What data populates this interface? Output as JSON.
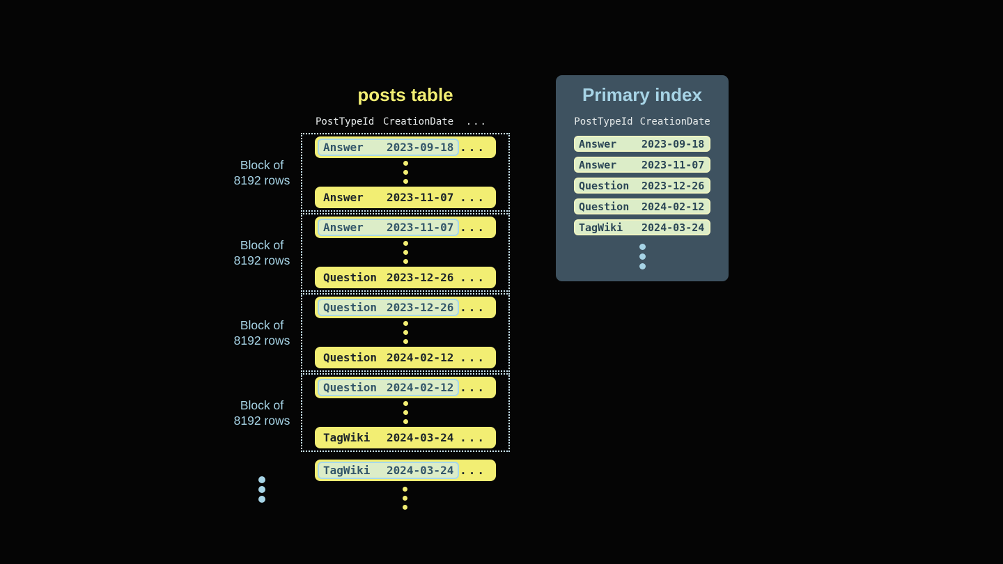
{
  "colors": {
    "background": "#050505",
    "accent_yellow": "#f2ee73",
    "accent_blue": "#a7d4e6",
    "mint": "#dcedc8",
    "highlight_border": "#a6d8ea",
    "index_row_border": "#eff4c3",
    "panel_background": "#3e5260",
    "dark_text": "#1d252a",
    "slate_text": "#33566a",
    "index_text": "#2b4656",
    "header_text": "#e6eaea",
    "dotted_border": "#cbe7f3"
  },
  "posts_table": {
    "title": "posts table",
    "headers": {
      "col1": "PostTypeId",
      "col2": "CreationDate",
      "col3": "..."
    },
    "block_label": {
      "line1": "Block of",
      "line2": "8192 rows"
    },
    "row_ellipsis": "...",
    "blocks": [
      {
        "first": {
          "type": "Answer",
          "date": "2023-09-18"
        },
        "last": {
          "type": "Answer",
          "date": "2023-11-07"
        }
      },
      {
        "first": {
          "type": "Answer",
          "date": "2023-11-07"
        },
        "last": {
          "type": "Question",
          "date": "2023-12-26"
        }
      },
      {
        "first": {
          "type": "Question",
          "date": "2023-12-26"
        },
        "last": {
          "type": "Question",
          "date": "2024-02-12"
        }
      },
      {
        "first": {
          "type": "Question",
          "date": "2024-02-12"
        },
        "last": {
          "type": "TagWiki",
          "date": "2024-03-24"
        }
      }
    ],
    "overflow_row": {
      "type": "TagWiki",
      "date": "2024-03-24"
    }
  },
  "primary_index": {
    "title": "Primary index",
    "headers": {
      "col1": "PostTypeId",
      "col2": "CreationDate"
    },
    "rows": [
      {
        "type": "Answer",
        "date": "2023-09-18"
      },
      {
        "type": "Answer",
        "date": "2023-11-07"
      },
      {
        "type": "Question",
        "date": "2023-12-26"
      },
      {
        "type": "Question",
        "date": "2024-02-12"
      },
      {
        "type": "TagWiki",
        "date": "2024-03-24"
      }
    ]
  }
}
